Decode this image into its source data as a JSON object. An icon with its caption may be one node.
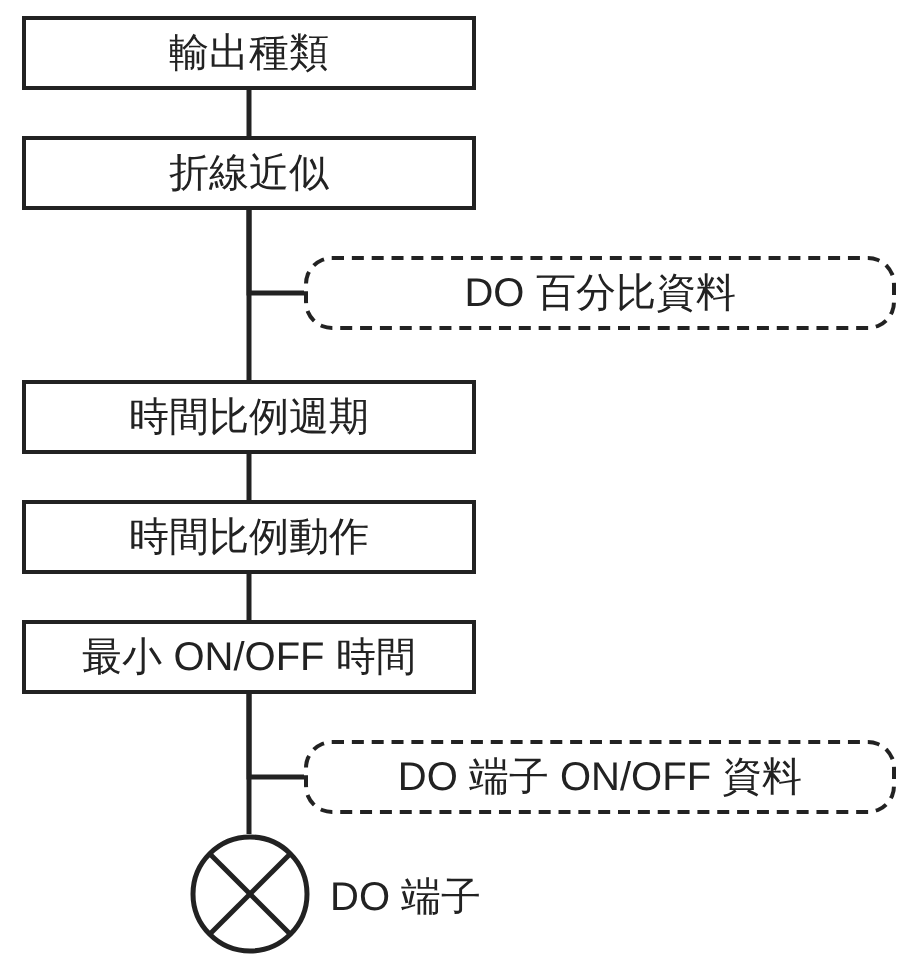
{
  "diagram": {
    "nodes": [
      {
        "text": [
          "輸出種類"
        ]
      },
      {
        "text": [
          "折線近似"
        ]
      },
      {
        "text": [
          "DO 百分比資料"
        ]
      },
      {
        "text": [
          "時間比例週期"
        ]
      },
      {
        "text": [
          "時間比例動作"
        ]
      },
      {
        "text": [
          "最小 ON/OFF 時間"
        ]
      },
      {
        "text": [
          "DO 端子 ON/OFF 資料"
        ]
      },
      {
        "text": [],
        "shape": "circle",
        "beside": [
          "DO 端子"
        ]
      }
    ],
    "edges": [
      {
        "from": 0,
        "to": 1,
        "arrow": "none"
      },
      {
        "from": 1,
        "to": 3,
        "arrow": "none"
      },
      {
        "from": 1,
        "to": 2,
        "arrow": "none"
      },
      {
        "from": 3,
        "to": 4,
        "arrow": "none"
      },
      {
        "from": 4,
        "to": 5,
        "arrow": "none"
      },
      {
        "from": 5,
        "to": 7,
        "arrow": "none"
      },
      {
        "from": 5,
        "to": 6,
        "arrow": "none"
      }
    ]
  }
}
